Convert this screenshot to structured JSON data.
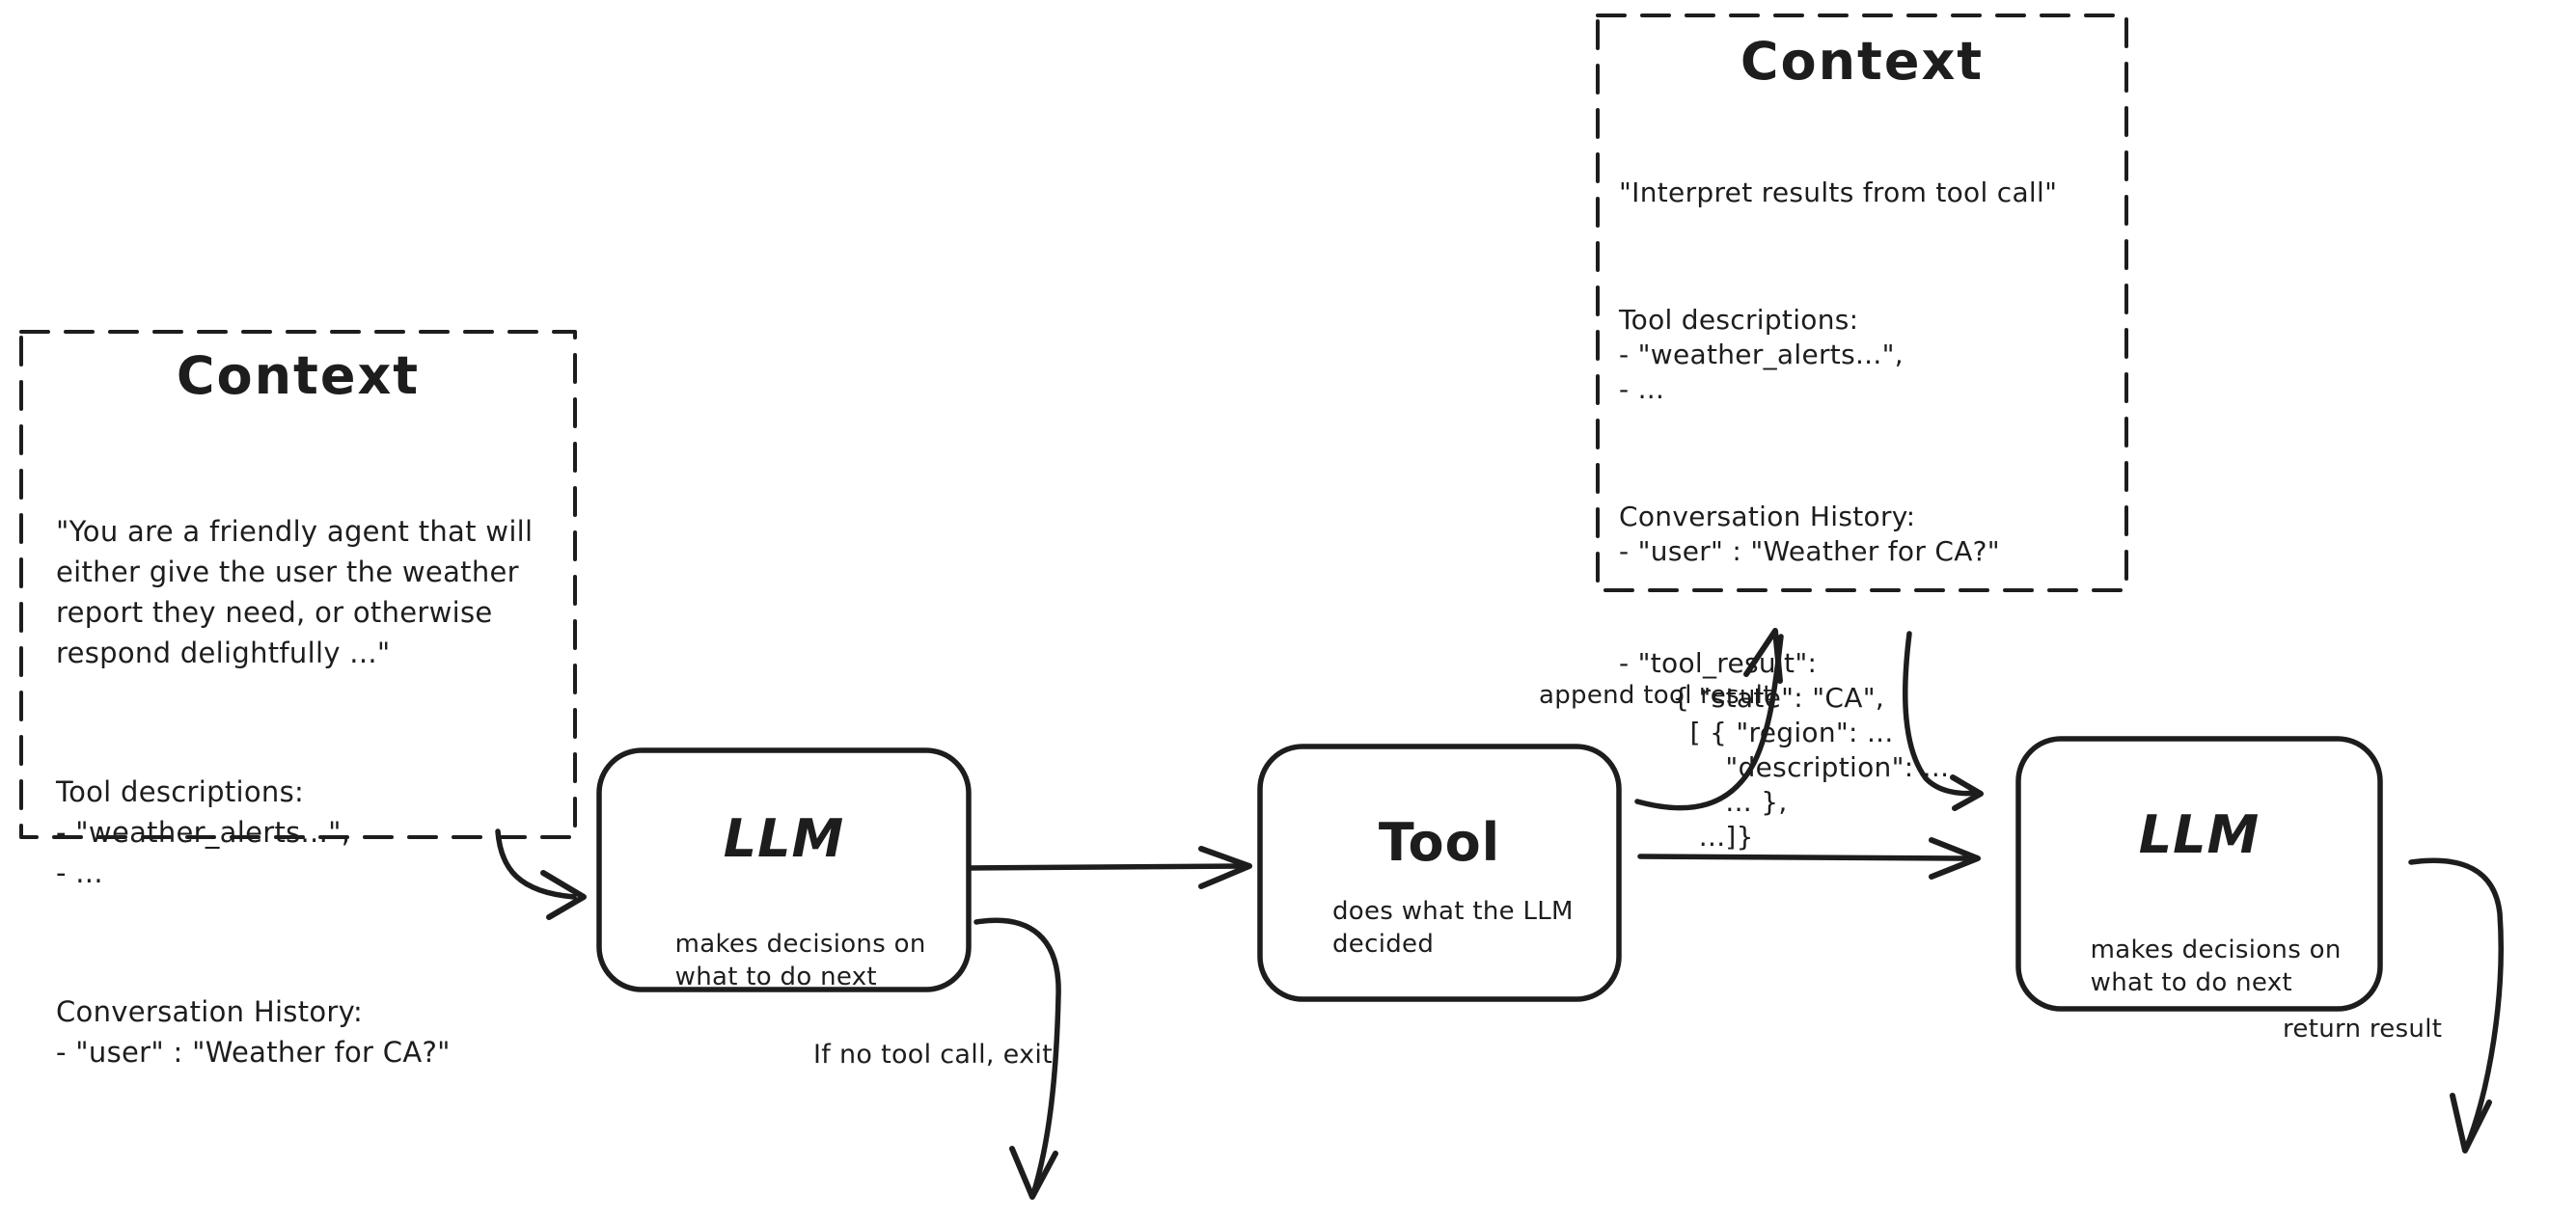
{
  "diagram": {
    "context_left": {
      "title": "Context",
      "system_prompt": "\"You are a friendly agent that will\neither give the user the weather\nreport they need, or otherwise\nrespond delightfully ...\"",
      "tool_descriptions": "Tool descriptions:\n- \"weather_alerts...\",\n- ...",
      "conversation_history": "Conversation History:\n- \"user\" : \"Weather for CA?\""
    },
    "context_top_right": {
      "title": "Context",
      "instruction": "\"Interpret results from tool call\"",
      "tool_descriptions": "Tool descriptions:\n- \"weather_alerts...\",\n- ...",
      "conversation_history": "Conversation History:\n- \"user\" : \"Weather for CA?\"",
      "tool_result": "- \"tool_result\":\n      { \"state\": \"CA\",\n        [ { \"region\": ...\n            \"description\": ...\n            ... },\n         ...]}"
    },
    "nodes": {
      "llm_1": {
        "title": "LLM",
        "subtitle": "makes decisions on\nwhat to do next"
      },
      "tool": {
        "title": "Tool",
        "subtitle": "does what the LLM\ndecided"
      },
      "llm_2": {
        "title": "LLM",
        "subtitle": "makes decisions on\nwhat to do next"
      }
    },
    "edge_labels": {
      "append_tool_result": "append tool result",
      "if_no_tool_call_exit": "If no tool call, exit",
      "return_result": "return result"
    },
    "colors": {
      "ink": "#1d1d1d",
      "background": "#ffffff"
    }
  }
}
